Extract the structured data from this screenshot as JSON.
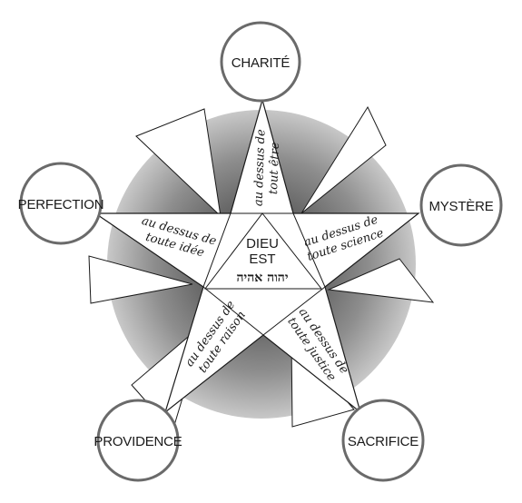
{
  "diagram": {
    "center": {
      "line1": "DIEU",
      "line2": "EST",
      "hebrew": "יהוה אהיה"
    },
    "nodes": {
      "top": "CHARITÉ",
      "right": "MYSTÈRE",
      "bottom_right": "SACRIFICE",
      "bottom_left": "PROVIDENCE",
      "left": "PERFECTION"
    },
    "arms": {
      "top": {
        "line1": "au dessus de",
        "line2": "tout être"
      },
      "right": {
        "line1": "au dessus de",
        "line2": "toute science"
      },
      "bottom_right": {
        "line1": "au dessus de",
        "line2": "toute justice"
      },
      "bottom_left": {
        "line1": "au dessus de",
        "line2": "toute raison"
      },
      "left": {
        "line1": "au dessus de",
        "line2": "toute idée"
      }
    },
    "colors": {
      "ring_outer": "#c4c4c4",
      "ring_inner": "#8a8a8a",
      "star_fill": "#ffffff",
      "stroke": "#1a1a1a",
      "node_fill": "#ffffff",
      "node_stroke": "#6a6a6a"
    }
  }
}
